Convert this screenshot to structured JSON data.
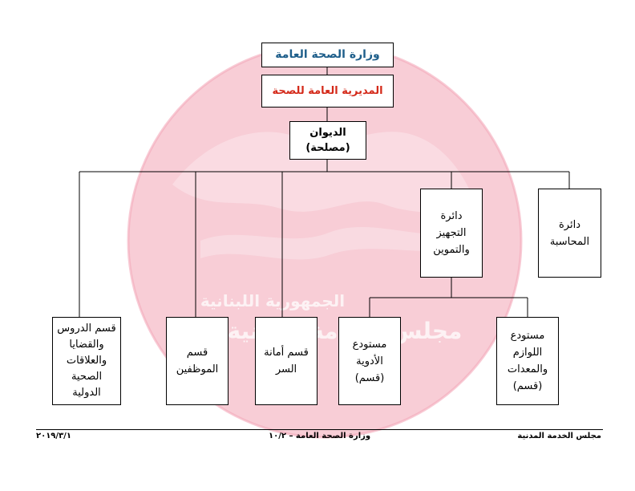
{
  "chart": {
    "ministry": "وزارة الصحة العامة",
    "directorate": "المديرية العامة للصحة",
    "diwan": "الديوان\n(مصلحة)",
    "accounting": "دائرة\nالمحاسبة",
    "equipment": "دائرة\nالتجهيز\nوالتموين",
    "supplies_depot": "مستودع\nاللوازم\nوالمعدات\n(قسم)",
    "medicine_depot": "مستودع\nالأدوية\n(قسم)",
    "secretariat": "قسم أمانة\nالسر",
    "staff": "قسم\nالموظفين",
    "studies": "قسم الدروس\nوالقضايا\nوالعلاقات\nالصحية\nالدولية"
  },
  "footer": {
    "right": "مجلس الخدمة المدنية",
    "center": "وزارة الصحة العامة – ١٠/٢",
    "left": "٢٠١٩/٣/١"
  },
  "colors": {
    "ministry_text": "#1f5f8b",
    "directorate_text": "#d42a1a",
    "watermark": "#f7c9d2"
  },
  "watermark": {
    "line1": "الجمهورية اللبنانية",
    "line2": "مجلس الخدمة المدنية"
  }
}
